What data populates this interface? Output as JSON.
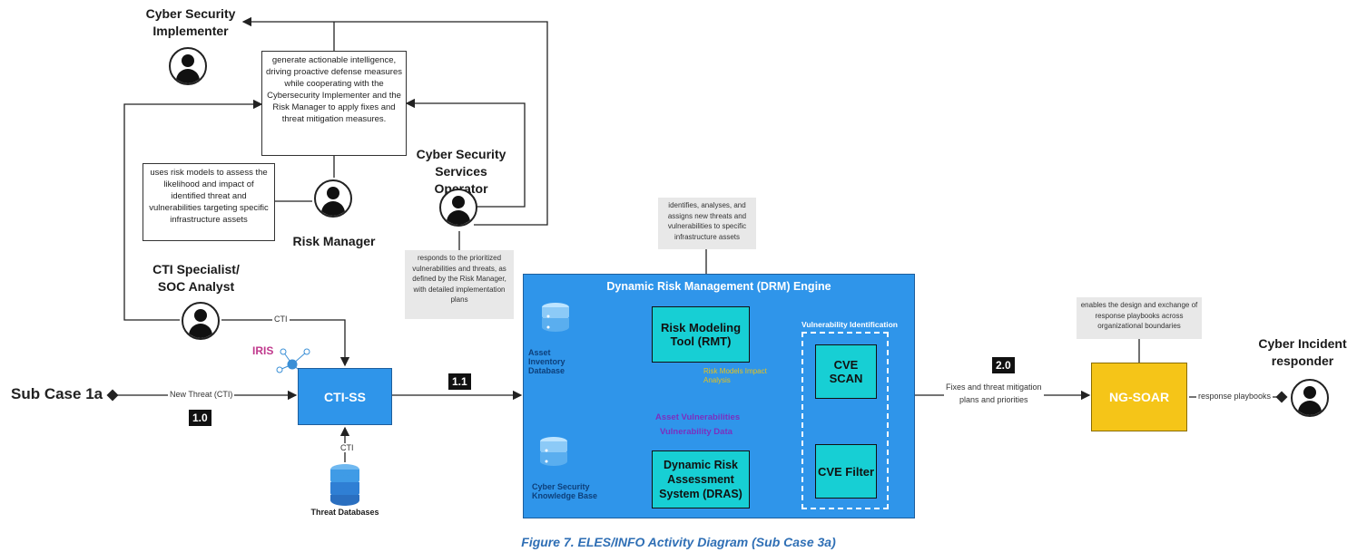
{
  "roles": {
    "implementer": "Cyber Security\nImplementer",
    "operator": "Cyber Security\nServices Operator",
    "risk_manager": "Risk Manager",
    "cti_specialist": "CTI Specialist/\nSOC Analyst",
    "incident_responder": "Cyber Incident\nresponder"
  },
  "notes": {
    "implementer": "generate actionable intelligence, driving proactive defense measures while cooperating with the Cybersecurity Implementer and the Risk Manager to apply fixes and threat mitigation measures.",
    "risk_manager": "uses risk models to assess the likelihood and impact of identified threat and vulnerabilities targeting specific infrastructure assets",
    "operator": "responds to the prioritized vulnerabilities and threats, as defined by the Risk Manager, with detailed implementation plans",
    "drm": "identifies, analyses, and assigns new threats and vulnerabilities to specific infrastructure assets",
    "soar": "enables the design and exchange of response playbooks across organizational boundaries"
  },
  "sub_case": "Sub Case 1a",
  "iris": "IRIS",
  "cti_ss": "CTI-SS",
  "threat_databases": "Threat Databases",
  "edge_labels": {
    "cti_top": "CTI",
    "cti_bottom": "CTI",
    "new_threat": "New Threat (CTI)",
    "fixes": "Fixes and threat mitigation\nplans and priorities",
    "playbooks": "response playbooks",
    "risk_models": "Risk Models Impact\nAnalysis",
    "asset_vuln": "Asset Vulnerabilities",
    "vuln_data": "Vulnerability Data"
  },
  "badges": {
    "b10": "1.0",
    "b11": "1.1",
    "b20": "2.0"
  },
  "drm": {
    "title": "Dynamic Risk Management (DRM) Engine",
    "asset_db": "Asset Inventory\nDatabase",
    "knowledge_db": "Cyber Security\nKnowledge Base",
    "rmt": "Risk Modeling\nTool (RMT)",
    "dras": "Dynamic Risk\nAssessment\nSystem (DRAS)",
    "vuln_group": "Vulnerability Identification",
    "cve_scan": "CVE SCAN",
    "cve_filter": "CVE Filter"
  },
  "ng_soar": "NG-SOAR",
  "caption": "Figure 7. ELES/INFO Activity Diagram (Sub Case 3a)",
  "colors": {
    "drm_bg": "#2f95ea",
    "cyan_box": "#17cfd4",
    "ctiss": "#2f95ea",
    "soar": "#f5c518",
    "caption": "#2f6fb5",
    "purple": "#7b2fbf",
    "yellow_arrow": "#e8c21a",
    "green_arrow": "#a6d92a",
    "iris": "#c0398d"
  }
}
